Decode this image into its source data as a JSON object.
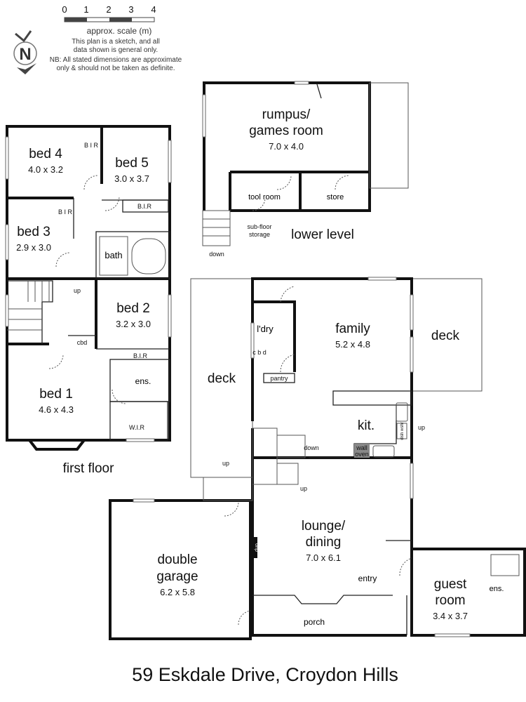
{
  "legend": {
    "scale_ticks": [
      "0",
      "1",
      "2",
      "3",
      "4"
    ],
    "scale_label": "approx. scale (m)",
    "north_letter": "N",
    "disclaimer_lines": [
      "This plan is a sketch, and all",
      "data shown is general only."
    ],
    "nb_lines": [
      "NB: All stated dimensions are approximate",
      "only & should not be taken as definite."
    ]
  },
  "first_floor": {
    "label": "first floor",
    "rooms": [
      {
        "name": "bed 4",
        "dim": "4.0 x 3.2"
      },
      {
        "name": "bed 5",
        "dim": "3.0 x 3.7"
      },
      {
        "name": "bed 3",
        "dim": "2.9 x 3.0"
      },
      {
        "name": "bath"
      },
      {
        "name": "bed 2",
        "dim": "3.2 x 3.0"
      },
      {
        "name": "bed 1",
        "dim": "4.6 x 4.3"
      },
      {
        "name": "ens."
      }
    ],
    "small": {
      "bir": "B.I.R",
      "bir_v1": "B I R",
      "bir_v2": "B I R",
      "cbd": "cbd",
      "wir": "W.I.R",
      "up": "up"
    }
  },
  "lower_level": {
    "label": "lower level",
    "rooms": [
      {
        "name": "rumpus/",
        "name2": "games room",
        "dim": "7.0 x 4.0"
      },
      {
        "name": "tool room"
      },
      {
        "name": "store"
      }
    ],
    "small": {
      "subfloor1": "sub-floor",
      "subfloor2": "storage",
      "down": "down"
    }
  },
  "ground": {
    "rooms": [
      {
        "name": "family",
        "dim": "5.2 x 4.8"
      },
      {
        "name": "l'dry"
      },
      {
        "name": "deck"
      },
      {
        "name": "deck"
      },
      {
        "name": "kit."
      },
      {
        "name": "lounge/",
        "name2": "dining",
        "dim": "7.0 x 6.1"
      },
      {
        "name": "double",
        "name2": "garage",
        "dim": "6.2 x 5.8"
      },
      {
        "name": "guest",
        "name2": "room",
        "dim": "3.4 x 3.7"
      },
      {
        "name": "entry"
      },
      {
        "name": "porch"
      },
      {
        "name": "ens."
      }
    ],
    "small": {
      "pantry": "pantry",
      "cbd": "c b d",
      "wall_oven1": "wall",
      "wall_oven2": "oven",
      "dw": "dish wshr",
      "down": "down",
      "up1": "up",
      "up2": "up",
      "up3": "up",
      "fire": "o/fp"
    }
  },
  "title": "59 Eskdale Drive, Croydon Hills"
}
